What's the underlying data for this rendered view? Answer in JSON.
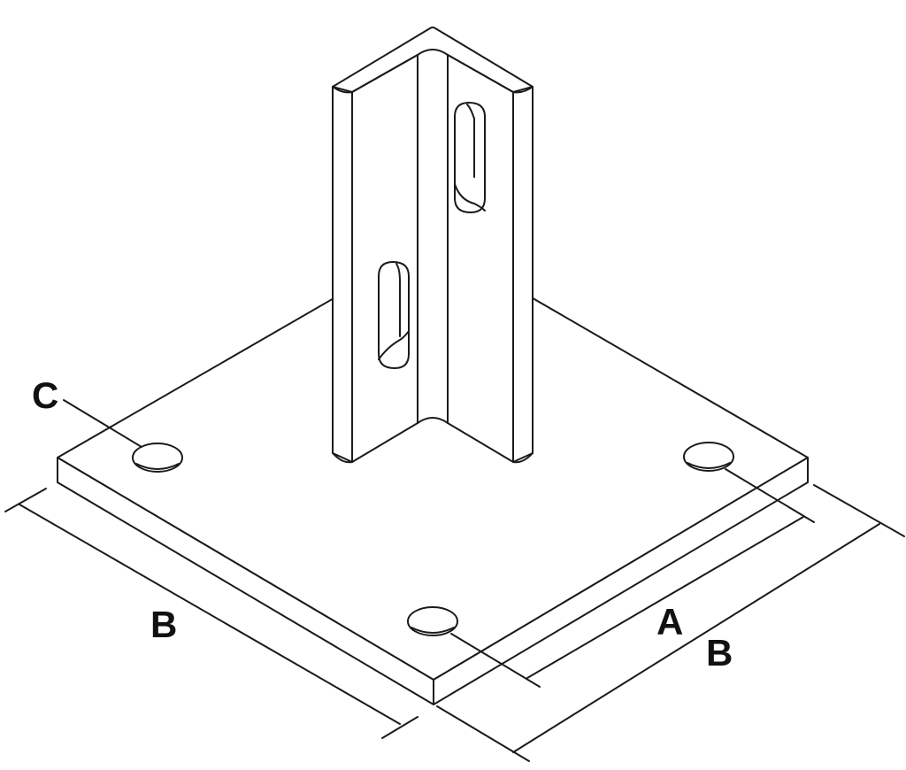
{
  "labels": {
    "hole_diameter": "C",
    "plate_width_left": "B",
    "hole_spacing": "A",
    "plate_width_right": "B"
  }
}
